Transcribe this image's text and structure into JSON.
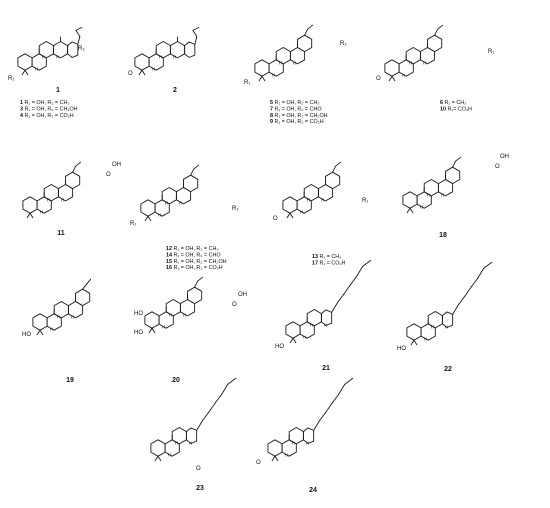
{
  "compounds": [
    {
      "id": "c1",
      "number_text": "1",
      "legend": [
        "1  R₁ = OH, R₂ = CH₃",
        "3  R₁ = OH, R₂ = CH₂OH",
        "4  R₁ = OH, R₂ = CO₂H"
      ],
      "atoms": [
        "R₁",
        "R₂"
      ]
    },
    {
      "id": "c2",
      "number_text": "2",
      "legend": [],
      "atoms": [
        "O"
      ]
    },
    {
      "id": "c5",
      "number_text": "",
      "legend": [
        "5  R₁ = OH, R₂ = CH₃",
        "7  R₁ = OH, R₂ = CHO",
        "8  R₁ = OH, R₂ = CH₂OH",
        "9  R₁ = OH, R₂ = CO₂H"
      ],
      "atoms": [
        "R₁",
        "R₂"
      ]
    },
    {
      "id": "c6",
      "number_text": "",
      "legend": [
        "6  R₁ = CH₃",
        "10  R₁= CO₂H"
      ],
      "atoms": [
        "O",
        "R₁"
      ]
    },
    {
      "id": "c11",
      "number_text": "11",
      "legend": [],
      "atoms": [
        "OH",
        "O"
      ]
    },
    {
      "id": "c12",
      "number_text": "",
      "legend": [
        "12  R₁ = OH, R₂ = CH₃",
        "14  R₁ = OH, R₂ = CHO",
        "15  R₁ = OH, R₂ = CH₂OH",
        "16  R₁ = OH, R₂ = CO₂H"
      ],
      "atoms": [
        "R₁",
        "R₂"
      ]
    },
    {
      "id": "c13",
      "number_text": "",
      "legend": [
        "13  R₁ = CH₃",
        "17  R₁ = CO₂H"
      ],
      "atoms": [
        "O",
        "R₁"
      ]
    },
    {
      "id": "c18",
      "number_text": "18",
      "legend": [],
      "atoms": [
        "OH",
        "O"
      ]
    },
    {
      "id": "c19",
      "number_text": "19",
      "legend": [],
      "atoms": [
        "HO"
      ]
    },
    {
      "id": "c20",
      "number_text": "20",
      "legend": [],
      "atoms": [
        "HO",
        "HO",
        "OH",
        "O"
      ]
    },
    {
      "id": "c21",
      "number_text": "21",
      "legend": [],
      "atoms": [
        "HO"
      ]
    },
    {
      "id": "c22",
      "number_text": "22",
      "legend": [],
      "atoms": [
        "HO"
      ]
    },
    {
      "id": "c23",
      "number_text": "23",
      "legend": [],
      "atoms": [
        "O"
      ]
    },
    {
      "id": "c24",
      "number_text": "24",
      "legend": [],
      "atoms": [
        "O"
      ]
    }
  ],
  "hydrogen_label": "H"
}
